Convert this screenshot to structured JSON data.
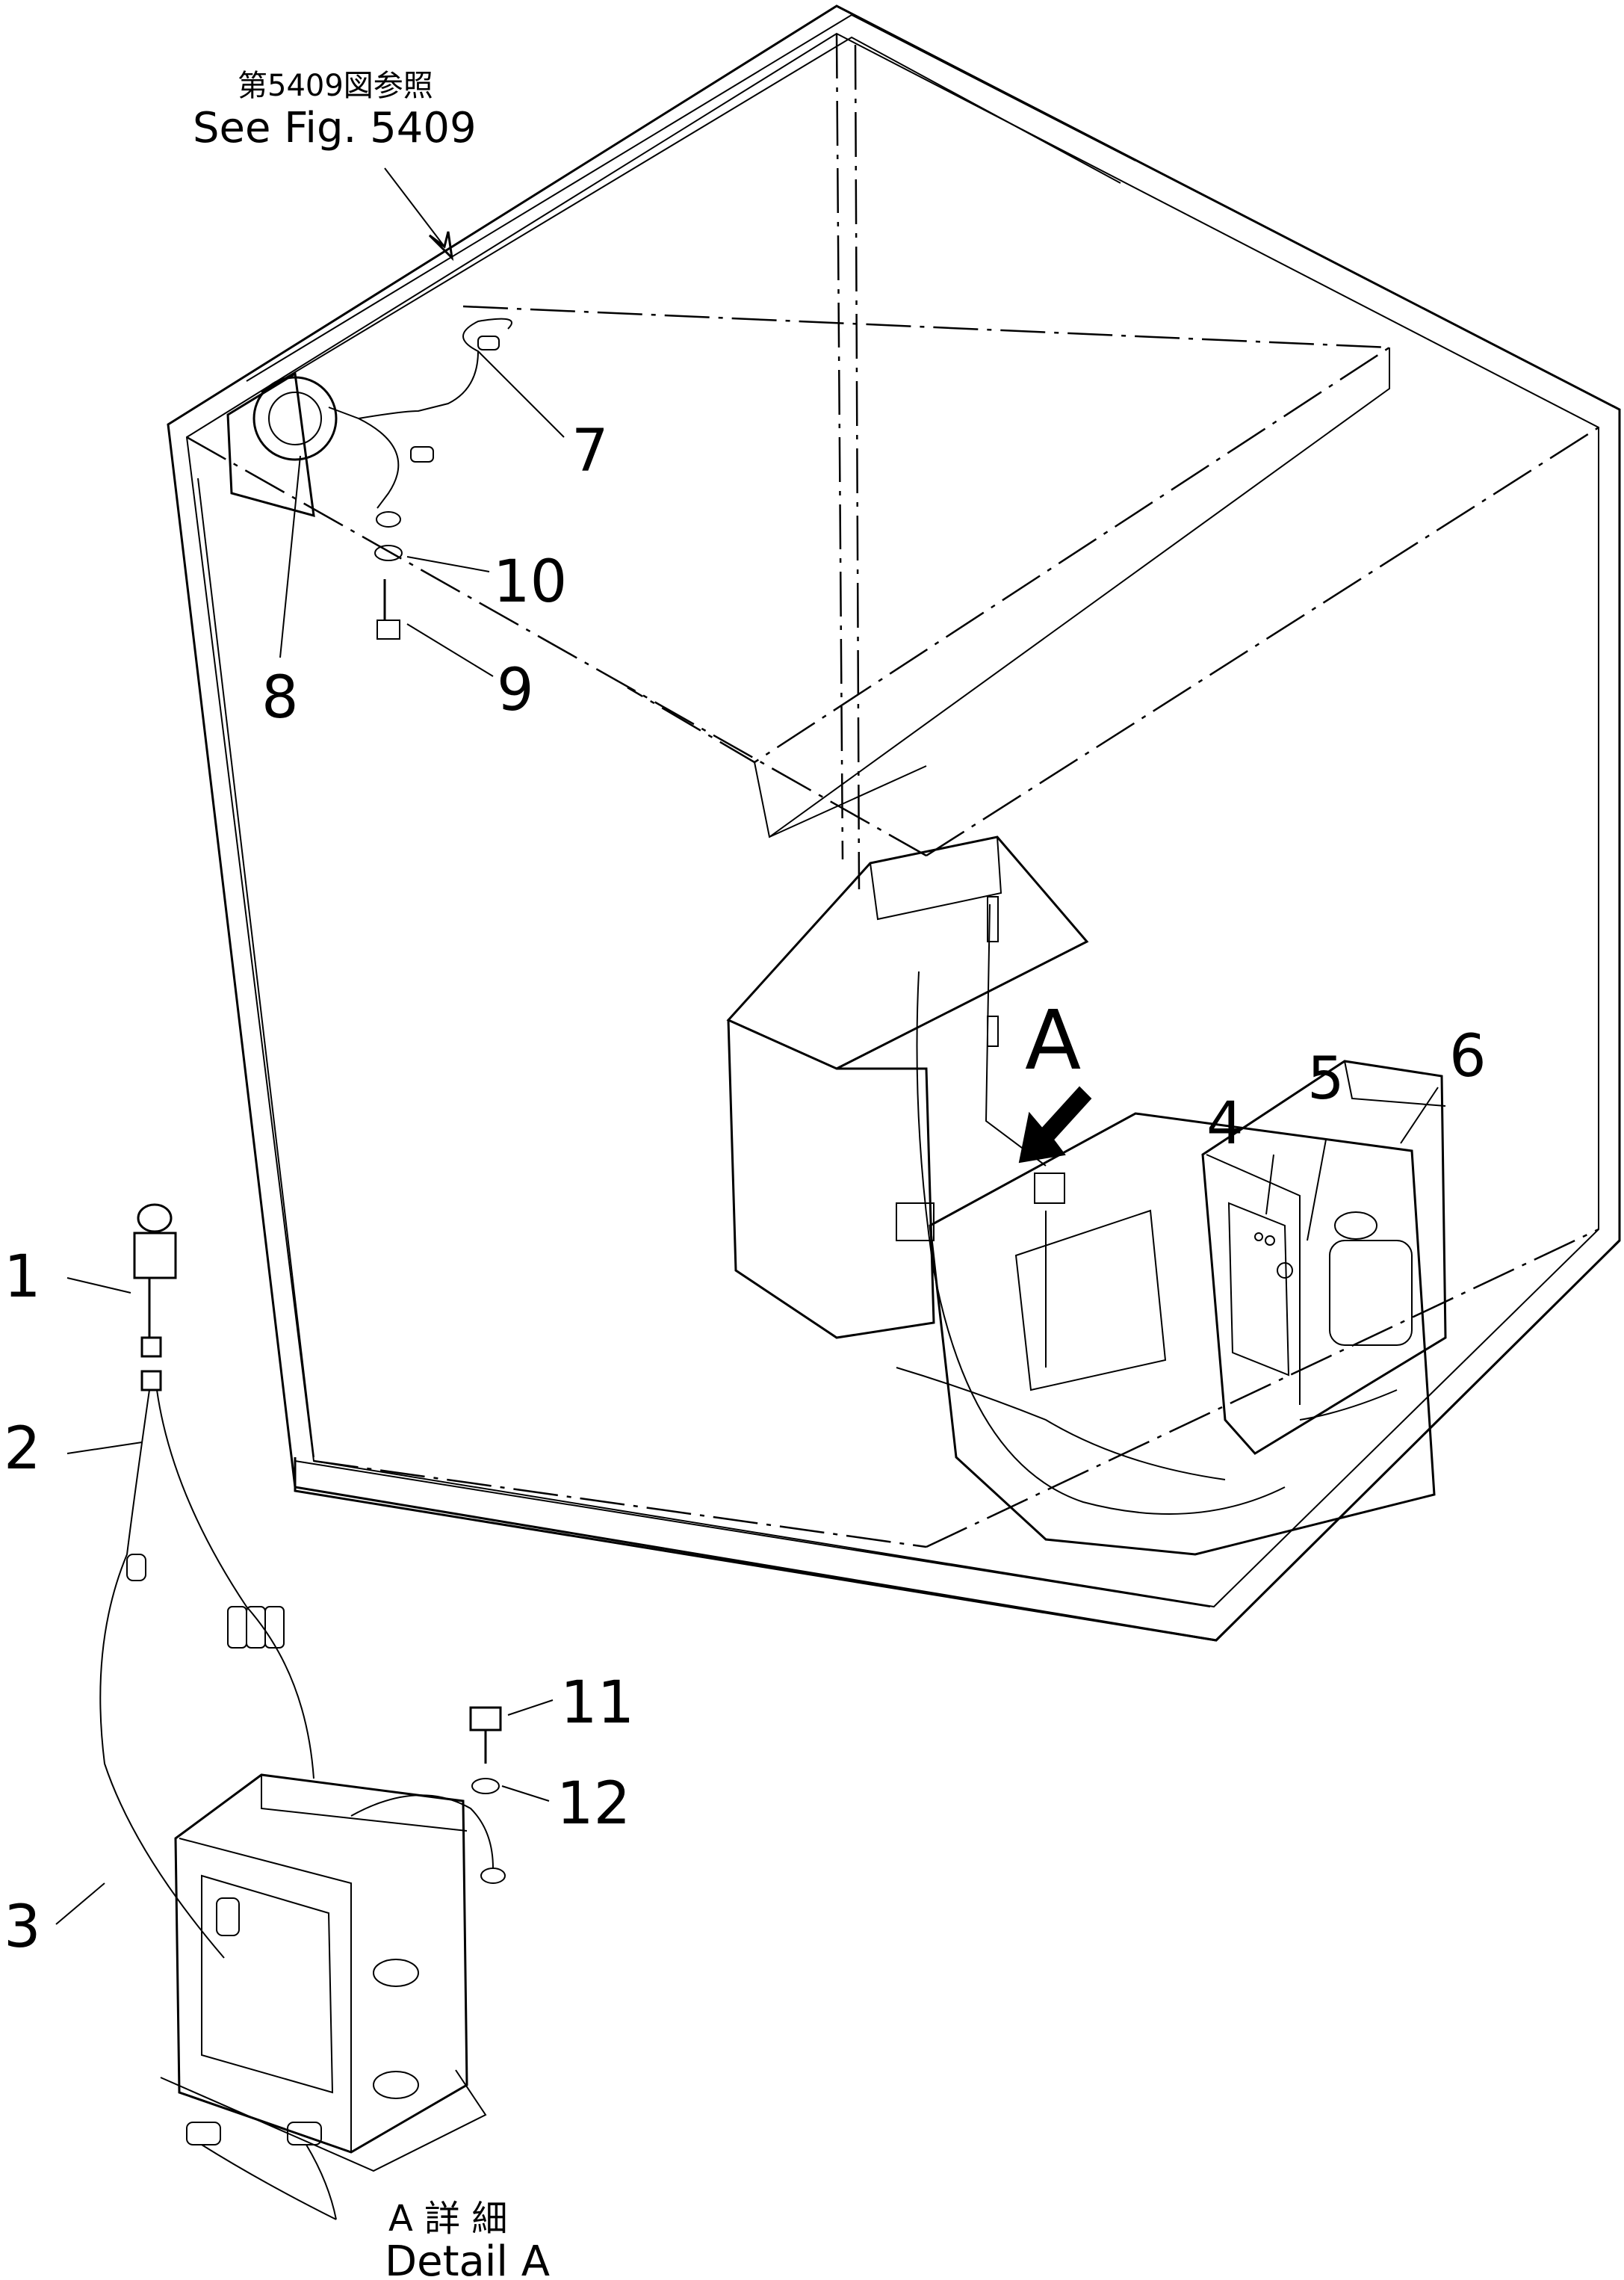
{
  "reference": {
    "jp": "第5409図参照",
    "en": "See Fig. 5409"
  },
  "detail_marker": "A",
  "detail_caption": {
    "jp": "A 詳 細",
    "en": "Detail A"
  },
  "callouts": [
    "1",
    "2",
    "3",
    "4",
    "5",
    "6",
    "7",
    "8",
    "9",
    "10",
    "11",
    "12"
  ]
}
